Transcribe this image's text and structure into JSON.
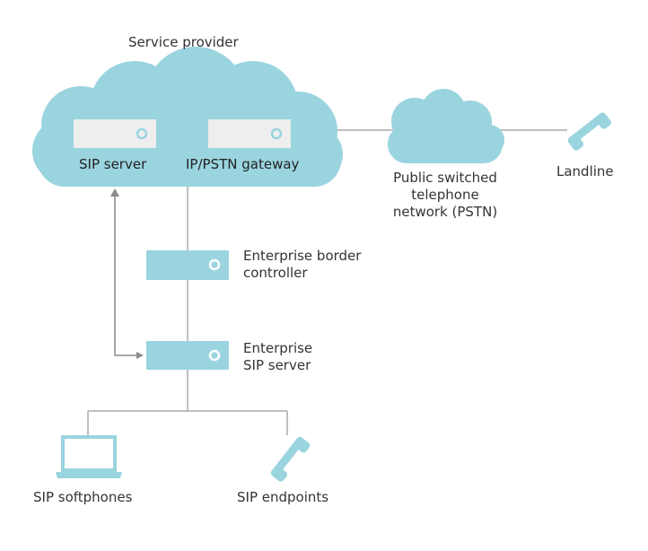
{
  "colors": {
    "cloud": "#9ad4df",
    "server_box": "#9ad4df",
    "server_box_light": "#eeeeee",
    "line": "#aaaaaa",
    "arrow": "#8c8c8c",
    "text": "#333333"
  },
  "labels": {
    "service_provider": "Service provider",
    "sip_server": "SIP server",
    "ip_pstn_gateway": "IP/PSTN gateway",
    "pstn": "Public switched\ntelephone\nnetwork (PSTN)",
    "landline": "Landline",
    "enterprise_border_controller": "Enterprise border\ncontroller",
    "enterprise_sip_server": "Enterprise\nSIP server",
    "sip_softphones": "SIP softphones",
    "sip_endpoints": "SIP endpoints"
  },
  "icons": {
    "server": "server-box-icon",
    "phone": "phone-handset-icon",
    "laptop": "laptop-icon",
    "cloud": "cloud-icon"
  }
}
